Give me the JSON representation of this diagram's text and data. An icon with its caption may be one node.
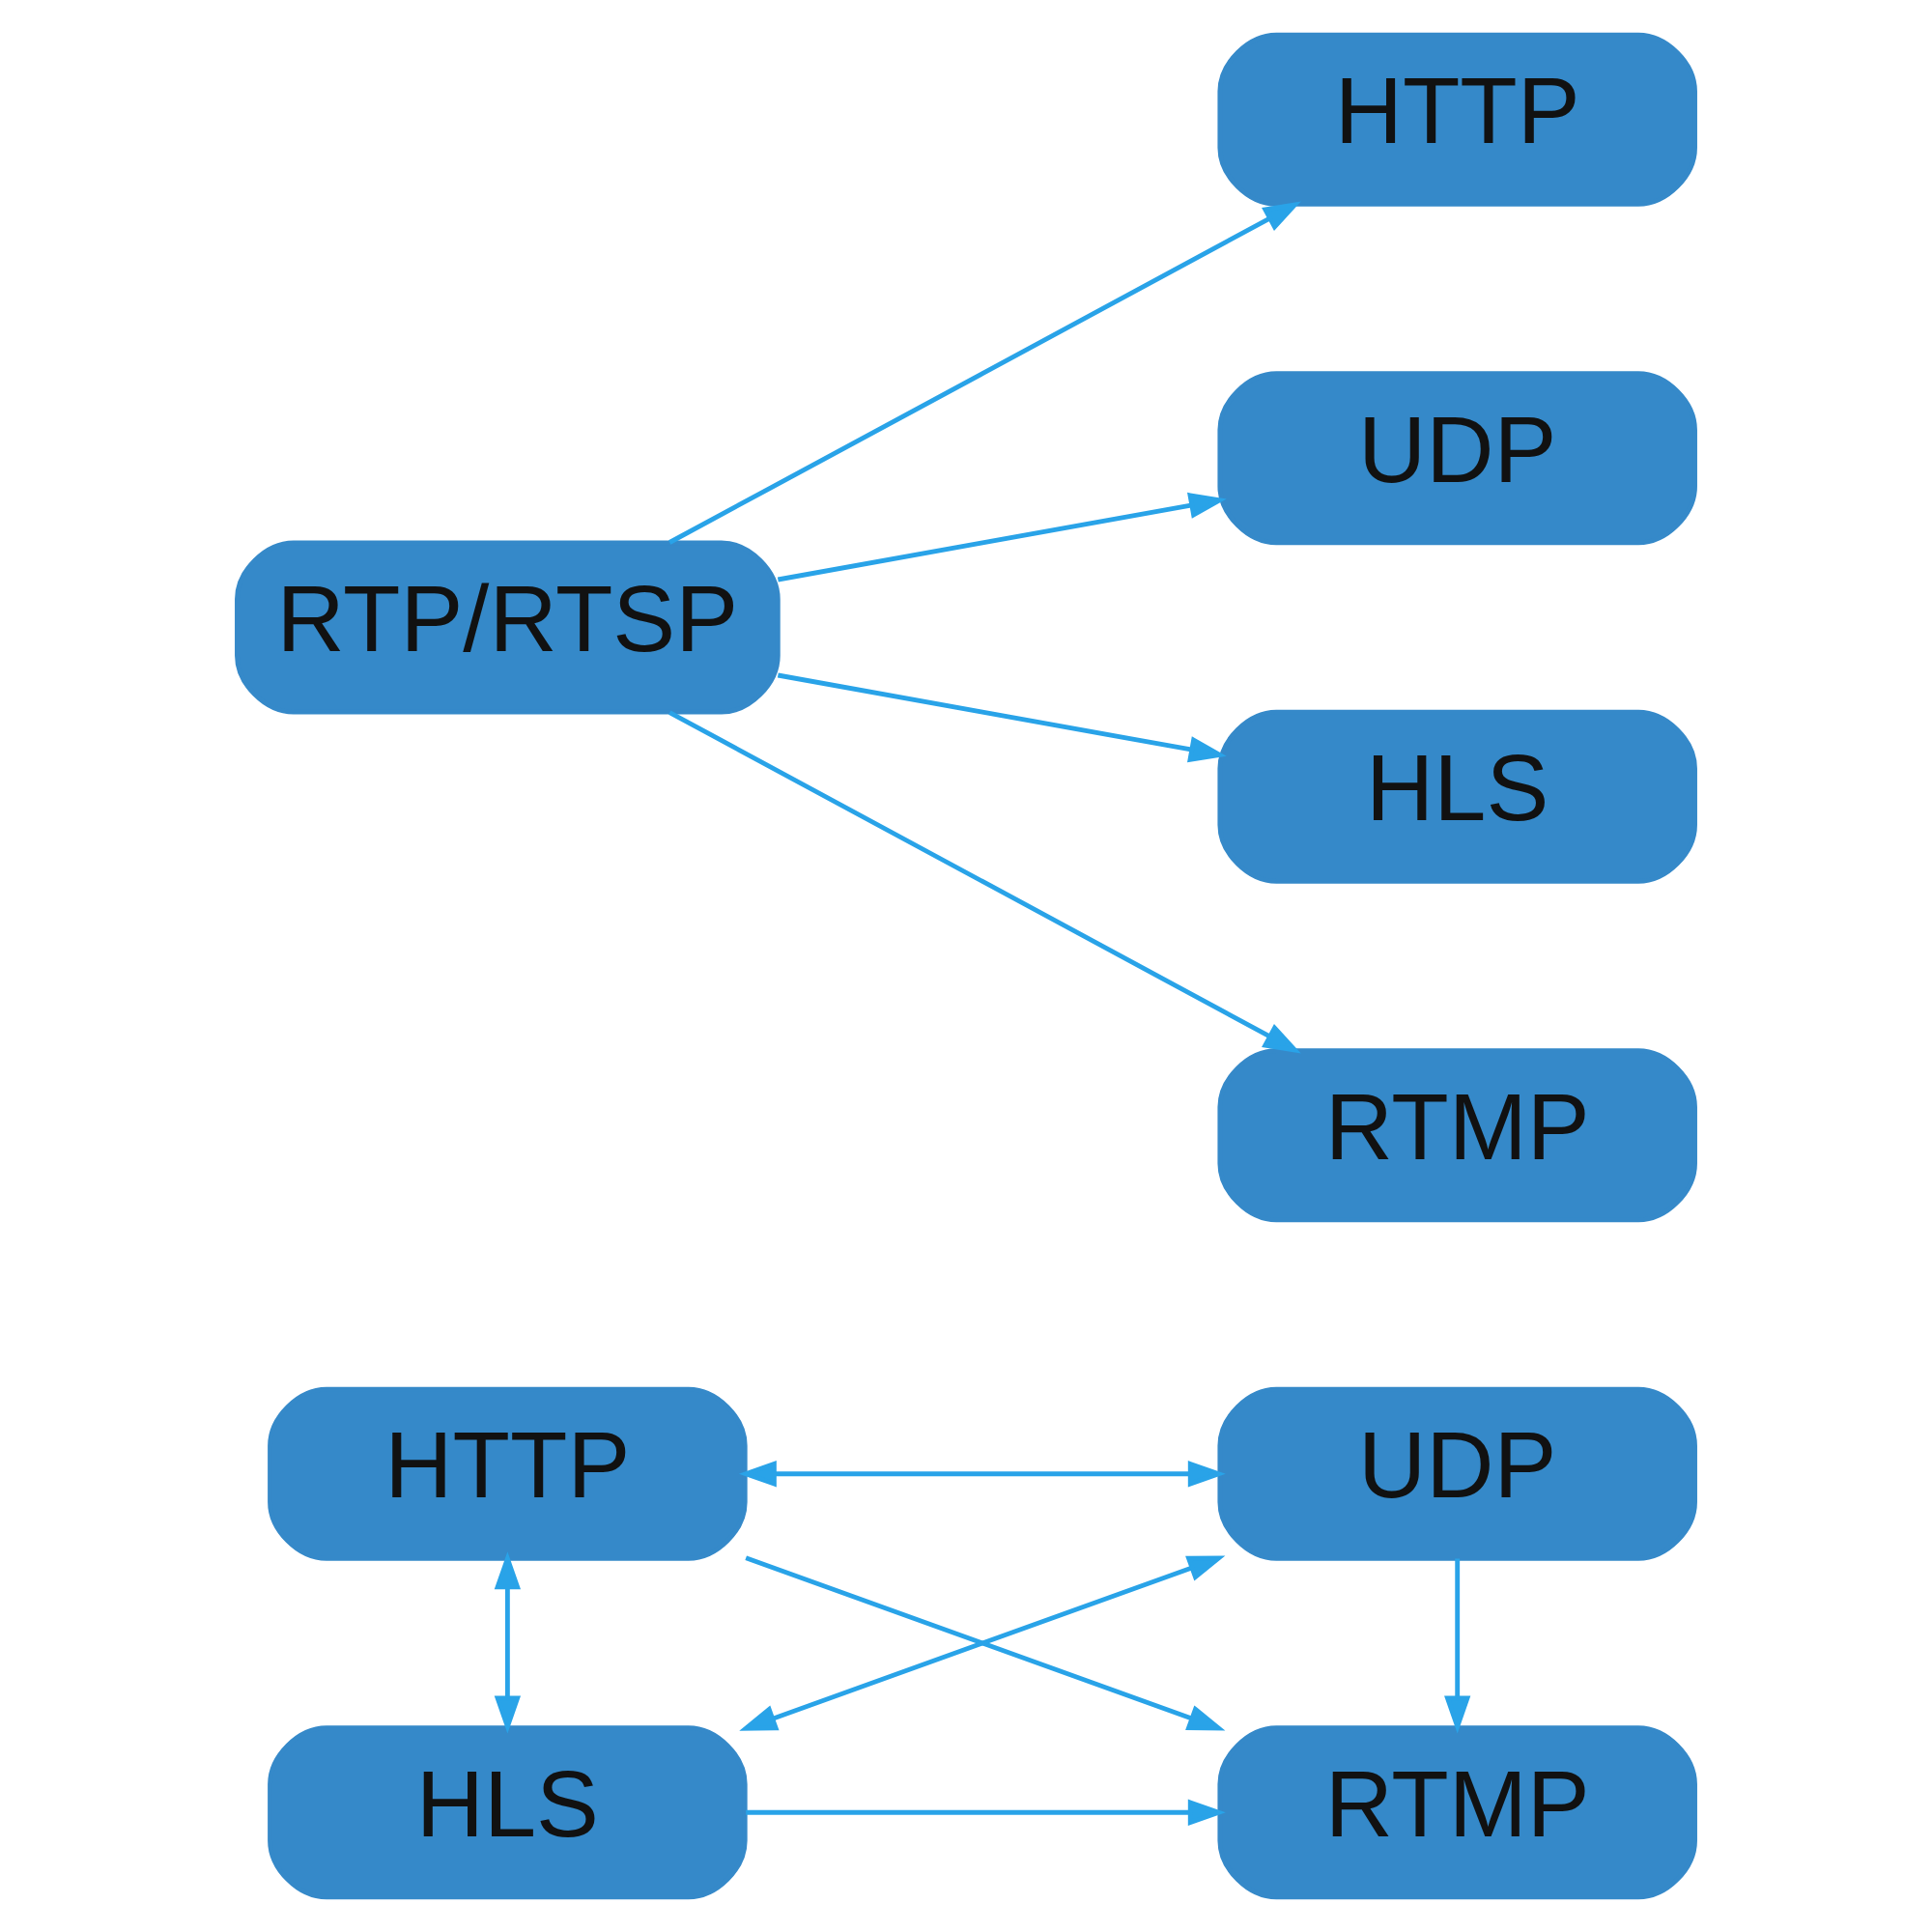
{
  "diagram": {
    "nodes": [
      {
        "text": [
          "HTTP"
        ]
      },
      {
        "text": [
          "RTMP"
        ]
      },
      {
        "text": [
          "HLS"
        ]
      },
      {
        "text": [
          "UDP"
        ]
      },
      {
        "text": [
          "RTP/RTSP"
        ]
      },
      {
        "text": [
          "HTTP"
        ]
      },
      {
        "text": [
          "UDP"
        ]
      },
      {
        "text": [
          "HLS"
        ]
      },
      {
        "text": [
          "RTMP"
        ]
      }
    ],
    "edges": [
      {
        "from": 0,
        "to": 1,
        "arrow": "to"
      },
      {
        "from": 0,
        "to": 3,
        "arrow": "both"
      },
      {
        "from": 2,
        "to": 1,
        "arrow": "to"
      },
      {
        "from": 0,
        "to": 2,
        "arrow": "both"
      },
      {
        "from": 2,
        "to": 3,
        "arrow": "both"
      },
      {
        "from": 3,
        "to": 1,
        "arrow": "to"
      },
      {
        "from": 4,
        "to": 5,
        "arrow": "to"
      },
      {
        "from": 4,
        "to": 6,
        "arrow": "to"
      },
      {
        "from": 4,
        "to": 7,
        "arrow": "to"
      },
      {
        "from": 4,
        "to": 8,
        "arrow": "to"
      }
    ]
  }
}
